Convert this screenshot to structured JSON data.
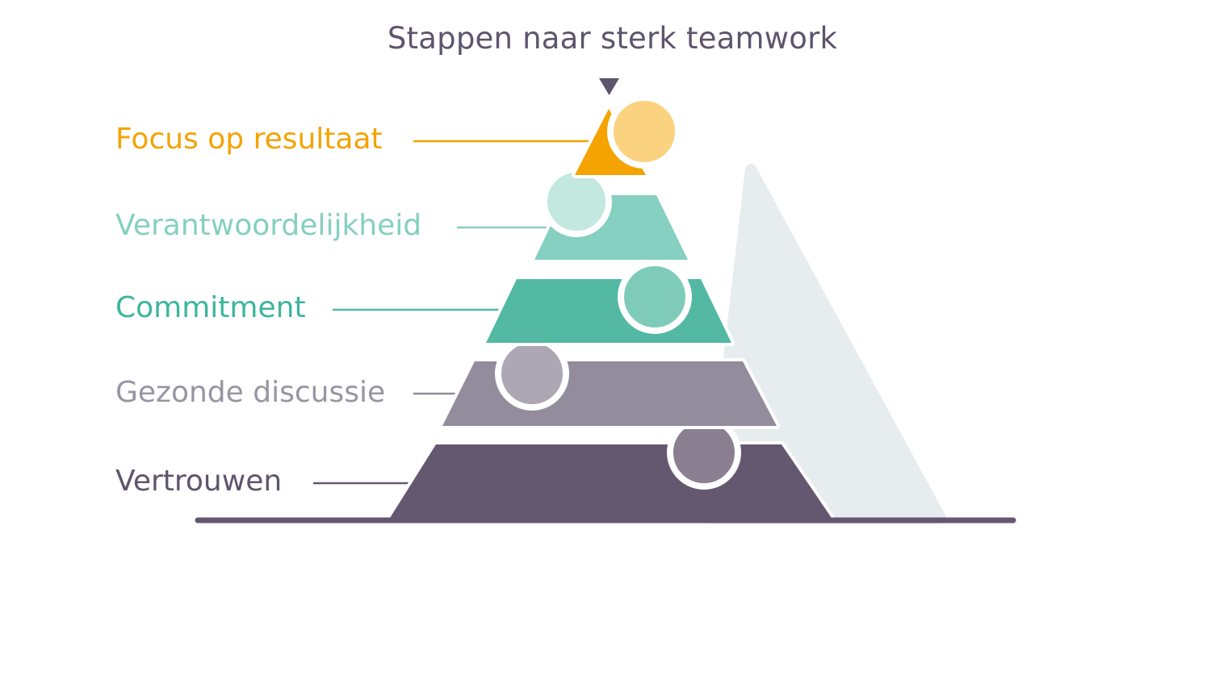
{
  "title": "Stappen naar sterk teamwork",
  "levels": [
    {
      "label": "Focus op resultaat",
      "color": "#f4a300",
      "bar_color": "#f4a300",
      "circle_color": "#fbd280"
    },
    {
      "label": "Verantwoordelijkheid",
      "color": "#85d0c0",
      "bar_color": "#85d0c0",
      "circle_color": "#c2e8df"
    },
    {
      "label": "Commitment",
      "color": "#3cb59b",
      "bar_color": "#53b9a3",
      "circle_color": "#7fcbb9"
    },
    {
      "label": "Gezonde discussie",
      "color": "#9a94a2",
      "bar_color": "#928c9c",
      "circle_color": "#aca7b2"
    },
    {
      "label": "Vertrouwen",
      "color": "#5f546d",
      "bar_color": "#645870",
      "circle_color": "#8a7f91"
    }
  ],
  "colors": {
    "title": "#5f546d",
    "shadow": "#e7ecef",
    "baseline": "#645870",
    "arrow": "#5f546d"
  },
  "icons": {
    "arrow": "triangle-down-icon"
  }
}
